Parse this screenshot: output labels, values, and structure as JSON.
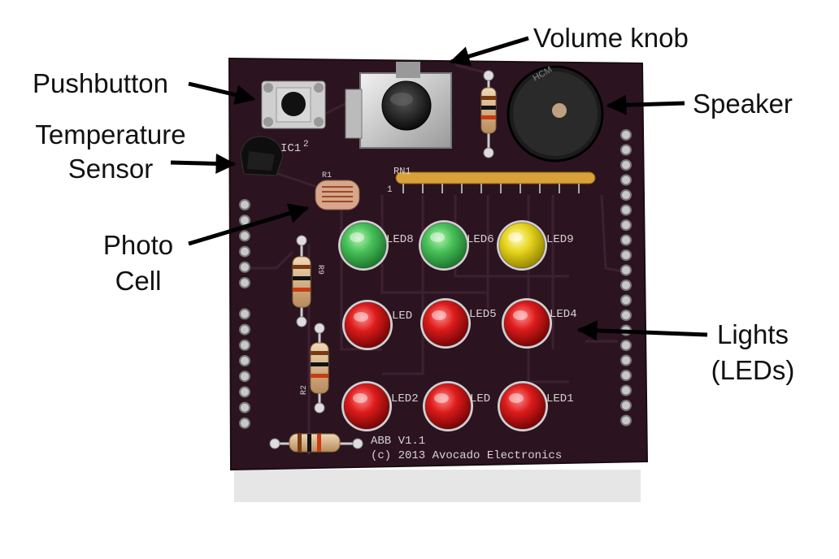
{
  "callouts": {
    "pushbutton": "Pushbutton",
    "volume_knob": "Volume knob",
    "speaker": "Speaker",
    "temperature_sensor_line1": "Temperature",
    "temperature_sensor_line2": "Sensor",
    "photo_cell_line1": "Photo",
    "photo_cell_line2": "Cell",
    "lights_line1": "Lights",
    "lights_line2": "(LEDs)"
  },
  "board": {
    "ic_label": "IC1",
    "ic_sub": "2",
    "rn_label": "RN1",
    "rn_pin": "1",
    "r1_label": "R1",
    "r9_label": "R9",
    "r2_label": "R2",
    "speaker_marking": "HCM",
    "led_labels": {
      "led8": "LED8",
      "led6": "LED6",
      "led9": "LED9",
      "led_mid_left": "LED",
      "led5": "LED5",
      "led4": "LED4",
      "led2": "LED2",
      "led_bottom_mid": "LED",
      "led1": "LED1"
    },
    "silkscreen_line1": "ABB V1.1",
    "silkscreen_line2": "(c)  2013 Avocado Electronics"
  },
  "colors": {
    "pcb": "#2b1420",
    "led_green": "#3fbf55",
    "led_yellow": "#e6d21a",
    "led_red": "#d81a1a",
    "silkscreen": "#d8d2d0"
  }
}
